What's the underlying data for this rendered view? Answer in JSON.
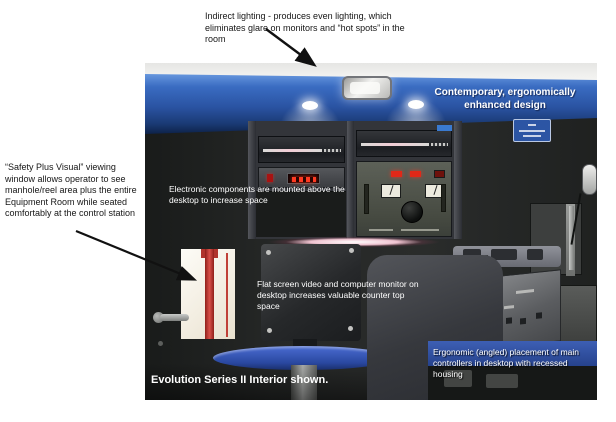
{
  "callouts": {
    "indirect_lighting": {
      "text": "Indirect lighting - produces even lighting, which eliminates glare on monitors and “hot spots” in the room"
    },
    "safety_window": {
      "text": "“Safety Plus Visual” viewing window allows operator to see manhole/reel area plus the entire Equipment Room while seated comfortably at the control station"
    }
  },
  "photo": {
    "labels": {
      "design": "Contemporary, ergonomically enhanced design",
      "components": "Electronic components are mounted above the desktop to increase space",
      "flat_screen": "Flat screen video and computer monitor on desktop increases valuable counter top space",
      "ergonomic": "Ergonomic (angled) placement of main controllers in desktop with recessed housing",
      "caption": "Evolution Series II Interior shown."
    },
    "colors": {
      "valance_blue": "#2f5dab",
      "desk_blue": "#3a58b8",
      "wall_dark": "#232524",
      "led_red": "#e02818",
      "window_pole_red": "#c23a32",
      "counter_glow": "#ffffff",
      "placard_blue": "#2c55a4"
    }
  }
}
